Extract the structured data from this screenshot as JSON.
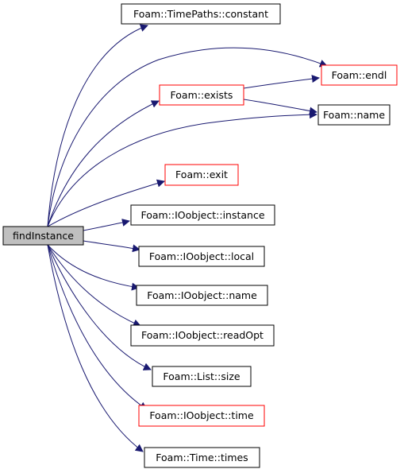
{
  "colors": {
    "edge": "#191970",
    "border_normal": "#000000",
    "border_truncated": "#ff0000",
    "root_fill": "#bfbfbf",
    "node_fill": "#ffffff"
  },
  "nodes": {
    "root": {
      "label": "findInstance",
      "kind": "root"
    },
    "timepaths_constant": {
      "label": "Foam::TimePaths::constant",
      "kind": "normal"
    },
    "endl": {
      "label": "Foam::endl",
      "kind": "truncated"
    },
    "exists": {
      "label": "Foam::exists",
      "kind": "truncated"
    },
    "name": {
      "label": "Foam::name",
      "kind": "normal"
    },
    "exit": {
      "label": "Foam::exit",
      "kind": "truncated"
    },
    "ioobject_instance": {
      "label": "Foam::IOobject::instance",
      "kind": "normal"
    },
    "ioobject_local": {
      "label": "Foam::IOobject::local",
      "kind": "normal"
    },
    "ioobject_name": {
      "label": "Foam::IOobject::name",
      "kind": "normal"
    },
    "ioobject_readopt": {
      "label": "Foam::IOobject::readOpt",
      "kind": "normal"
    },
    "list_size": {
      "label": "Foam::List::size",
      "kind": "normal"
    },
    "ioobject_time": {
      "label": "Foam::IOobject::time",
      "kind": "truncated"
    },
    "time_times": {
      "label": "Foam::Time::times",
      "kind": "normal"
    }
  },
  "edges": [
    {
      "from": "root",
      "to": "timepaths_constant"
    },
    {
      "from": "root",
      "to": "endl"
    },
    {
      "from": "root",
      "to": "exists"
    },
    {
      "from": "root",
      "to": "name"
    },
    {
      "from": "root",
      "to": "exit"
    },
    {
      "from": "root",
      "to": "ioobject_instance"
    },
    {
      "from": "root",
      "to": "ioobject_local"
    },
    {
      "from": "root",
      "to": "ioobject_name"
    },
    {
      "from": "root",
      "to": "ioobject_readopt"
    },
    {
      "from": "root",
      "to": "list_size"
    },
    {
      "from": "root",
      "to": "ioobject_time"
    },
    {
      "from": "root",
      "to": "time_times"
    },
    {
      "from": "exists",
      "to": "endl"
    },
    {
      "from": "exists",
      "to": "name"
    }
  ]
}
